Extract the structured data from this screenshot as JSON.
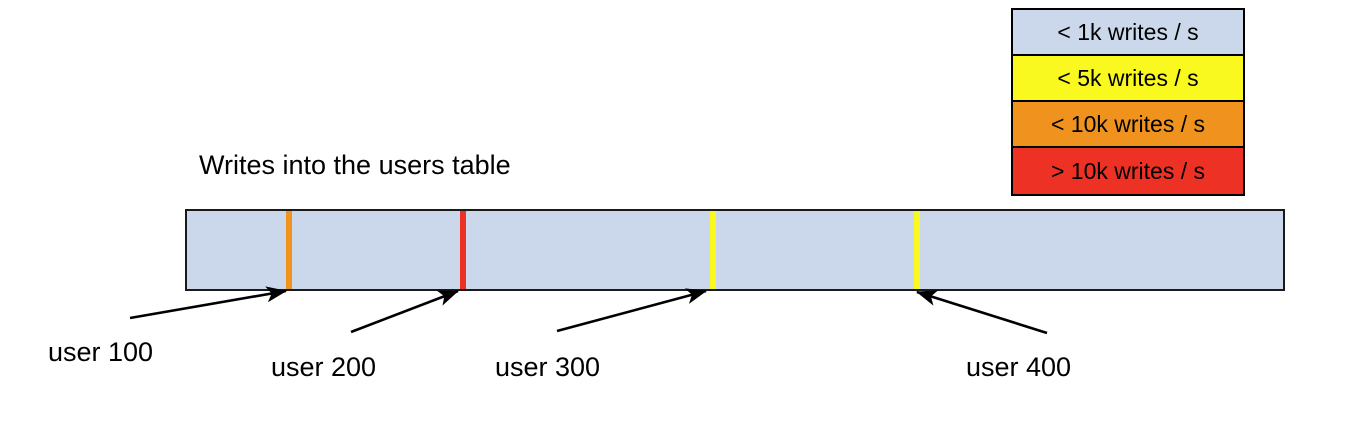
{
  "chart_data": {
    "type": "bar",
    "title": "Writes into the users table",
    "xlabel": "",
    "ylabel": "",
    "description": "Single horizontal keyspace bar for the users table, shaded by write rate, with colored boundary markers at specific user ids.",
    "axis_range_label": "",
    "default_segment_color": "#cbd8ec",
    "default_segment_legend": "< 1k writes / s",
    "markers": [
      {
        "label": "user 100",
        "color": "#f0931e",
        "legend": "< 10k writes / s",
        "position_pct": 9.4
      },
      {
        "label": "user 200",
        "color": "#ed3124",
        "legend": "> 10k writes / s",
        "position_pct": 25.1
      },
      {
        "label": "user 300",
        "color": "#f9f920",
        "legend": "< 5k writes / s",
        "position_pct": 47.7
      },
      {
        "label": "user 400",
        "color": "#f9f920",
        "legend": "< 5k writes / s",
        "position_pct": 66.3
      }
    ],
    "legend": {
      "position": "top-right",
      "entries": [
        {
          "label": "< 1k writes / s",
          "color": "#cbd8ec"
        },
        {
          "label": "< 5k writes / s",
          "color": "#f9f920"
        },
        {
          "label": "< 10k writes / s",
          "color": "#f0931e"
        },
        {
          "label": "> 10k writes / s",
          "color": "#ed3124"
        }
      ]
    }
  },
  "legend": {
    "entries": [
      {
        "label": "< 1k writes / s",
        "color": "#cbd8ec"
      },
      {
        "label": "< 5k writes / s",
        "color": "#f9f920"
      },
      {
        "label": "< 10k writes / s",
        "color": "#f0931e"
      },
      {
        "label": "> 10k writes / s",
        "color": "#ed3124"
      }
    ]
  },
  "diagram": {
    "title": "Writes into the users table",
    "bar": {
      "fill": "#cbd8ec",
      "stroke": "#1a1a1a"
    },
    "markers": [
      {
        "name": "user-100",
        "label": "user 100",
        "color": "#f0931e"
      },
      {
        "name": "user-200",
        "label": "user 200",
        "color": "#ed3124"
      },
      {
        "name": "user-300",
        "label": "user 300",
        "color": "#f9f920"
      },
      {
        "name": "user-400",
        "label": "user 400",
        "color": "#f9f920"
      }
    ]
  }
}
